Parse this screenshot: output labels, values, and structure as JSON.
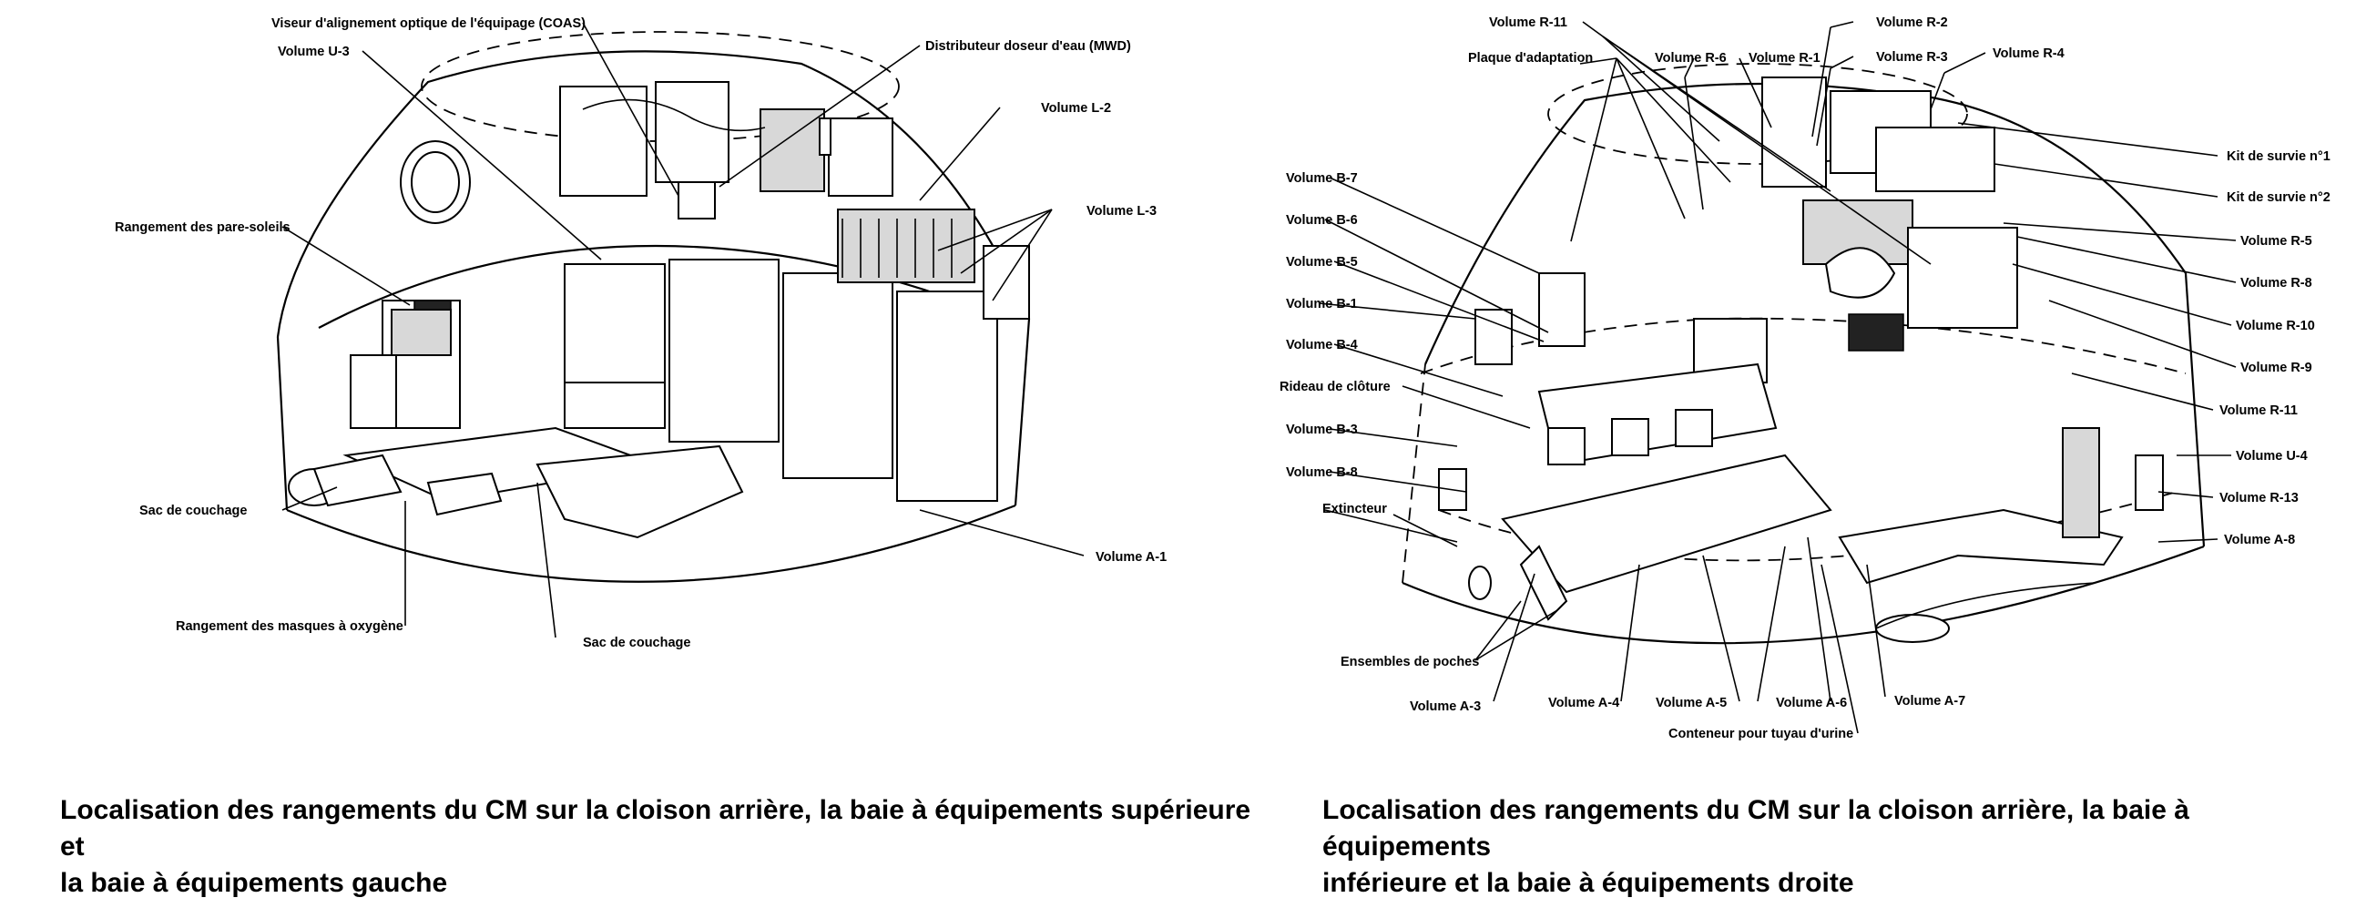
{
  "left": {
    "labels": {
      "coas": "Viseur d'alignement optique de l'équipage (COAS)",
      "u3": "Volume U-3",
      "mwd": "Distributeur doseur d'eau (MWD)",
      "l2": "Volume L-2",
      "l3": "Volume L-3",
      "pare_soleils": "Rangement des pare-soleils",
      "sac1": "Sac de couchage",
      "a1": "Volume A-1",
      "masques": "Rangement des masques à oxygène",
      "sac2": "Sac de couchage"
    },
    "caption_line1": "Localisation des rangements du CM sur la cloison arrière, la baie à équipements supérieure et",
    "caption_line2": "la baie à équipements gauche"
  },
  "right": {
    "labels": {
      "r11_top": "Volume R-11",
      "r2": "Volume R-2",
      "plaque": "Plaque d'adaptation",
      "r6": "Volume R-6",
      "r1": "Volume R-1",
      "r3": "Volume R-3",
      "r4": "Volume R-4",
      "kit1": "Kit de survie n°1",
      "kit2": "Kit de survie n°2",
      "b7": "Volume B-7",
      "b6": "Volume B-6",
      "r5": "Volume R-5",
      "b5": "Volume B-5",
      "r8": "Volume R-8",
      "b1": "Volume B-1",
      "r10": "Volume R-10",
      "b4": "Volume B-4",
      "r9": "Volume R-9",
      "rideau": "Rideau de clôture",
      "r11": "Volume R-11",
      "b3": "Volume B-3",
      "u4": "Volume U-4",
      "b8": "Volume B-8",
      "r13": "Volume R-13",
      "extincteur": "Extincteur",
      "a8": "Volume A-8",
      "poches": "Ensembles de poches",
      "a3": "Volume A-3",
      "a4": "Volume A-4",
      "a5": "Volume A-5",
      "a6": "Volume A-6",
      "a7": "Volume A-7",
      "urine": "Conteneur pour tuyau d'urine"
    },
    "caption_line1": "Localisation des rangements du CM sur la cloison arrière, la baie à équipements",
    "caption_line2": "inférieure et la baie à équipements droite"
  }
}
